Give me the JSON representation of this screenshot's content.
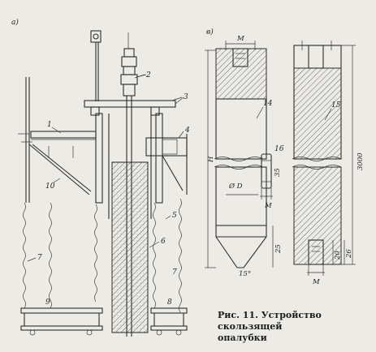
{
  "panels": {
    "a": "а)",
    "b": "в)"
  },
  "part_numbers": [
    "1",
    "2",
    "3",
    "4",
    "5",
    "6",
    "7",
    "8",
    "9",
    "10",
    "14",
    "15",
    "16"
  ],
  "dimensions": {
    "m_top": "М",
    "m_small": "М",
    "m_bottom": "М",
    "h": "Н",
    "d": "Ø D",
    "d35": "35",
    "d25": "25",
    "angle": "15°",
    "d3000": "3000",
    "d20": "20",
    "d26": "26"
  },
  "caption": {
    "line1": "Рис.  11.  Устройство скользящей",
    "line2": "опалубки"
  }
}
